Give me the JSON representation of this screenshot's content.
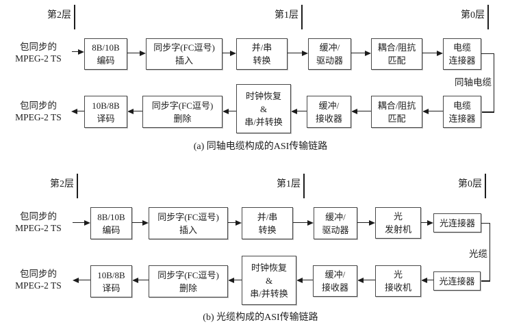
{
  "page": {
    "background": "#ffffff",
    "text_color": "#1c1c1c",
    "box_border_color": "#474747"
  },
  "layers": {
    "layer2": "第2层",
    "layer1": "第1层",
    "layer0": "第0层"
  },
  "io_label": "包同步的\nMPEG-2 TS",
  "diagram_a": {
    "caption": "(a) 同轴电缆构成的ASI传输链路",
    "cable_label": "同轴电缆",
    "tx_boxes": [
      "8B/10B\n编码",
      "同步字(FC逗号)\n插入",
      "并/串\n转换",
      "缓冲/\n驱动器",
      "耦合/阻抗\n匹配",
      "电缆\n连接器"
    ],
    "rx_boxes": [
      "10B/8B\n译码",
      "同步字(FC逗号)\n删除",
      "时钟恢复\n&\n串/并转换",
      "缓冲/\n接收器",
      "耦合/阻抗\n匹配",
      "电缆\n连接器"
    ]
  },
  "diagram_b": {
    "caption": "(b) 光缆构成的ASI传输链路",
    "cable_label": "光缆",
    "tx_boxes": [
      "8B/10B\n编码",
      "同步字(FC逗号)\n插入",
      "并/串\n转换",
      "缓冲/\n驱动器",
      "光\n发射机",
      "光连接器"
    ],
    "rx_boxes": [
      "10B/8B\n译码",
      "同步字(FC逗号)\n删除",
      "时钟恢复\n&\n串/并转换",
      "缓冲/\n接收器",
      "光\n接收机",
      "光连接器"
    ]
  }
}
